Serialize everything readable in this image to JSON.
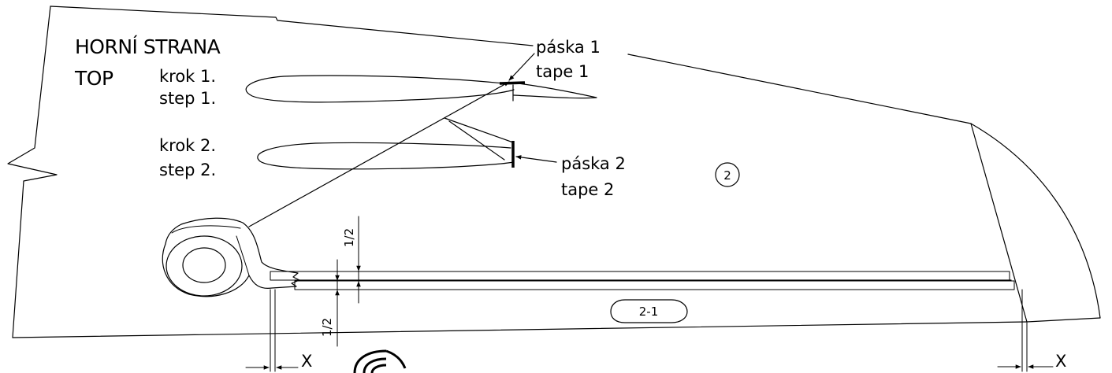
{
  "header": {
    "side_cz": "HORNÍ STRANA",
    "side_en": "TOP"
  },
  "steps": [
    {
      "cz": "krok 1.",
      "en": "step 1."
    },
    {
      "cz": "krok 2.",
      "en": "step 2."
    }
  ],
  "tapes": [
    {
      "cz": "páska 1",
      "en": "tape 1"
    },
    {
      "cz": "páska 2",
      "en": "tape 2"
    }
  ],
  "parts": {
    "panel": "2",
    "strip": "2-1"
  },
  "dimensions": {
    "half_top": "1/2",
    "half_bottom": "1/2",
    "offset_left": "X",
    "offset_right": "X"
  },
  "colors": {
    "tape_fill": "#b4b4b4",
    "line": "#000000",
    "background": "#ffffff"
  }
}
